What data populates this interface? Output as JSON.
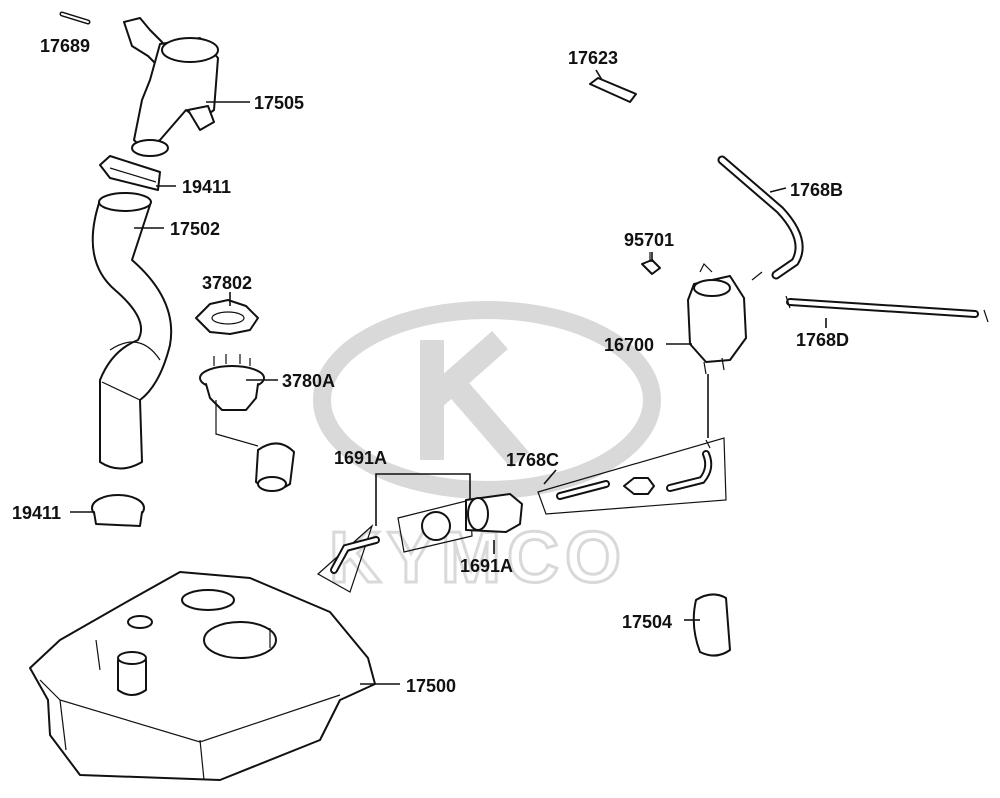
{
  "watermark": {
    "brand": "KYMCO"
  },
  "callouts": [
    {
      "id": "c17689",
      "label": "17689"
    },
    {
      "id": "c17505",
      "label": "17505"
    },
    {
      "id": "c19411a",
      "label": "19411"
    },
    {
      "id": "c17502",
      "label": "17502"
    },
    {
      "id": "c37802",
      "label": "37802"
    },
    {
      "id": "c3780a",
      "label": "3780A"
    },
    {
      "id": "c19411b",
      "label": "19411"
    },
    {
      "id": "c17623",
      "label": "17623"
    },
    {
      "id": "c1768b",
      "label": "1768B"
    },
    {
      "id": "c95701",
      "label": "95701"
    },
    {
      "id": "c16700",
      "label": "16700"
    },
    {
      "id": "c1768d",
      "label": "1768D"
    },
    {
      "id": "c1691a1",
      "label": "1691A"
    },
    {
      "id": "c1768c",
      "label": "1768C"
    },
    {
      "id": "c1691a2",
      "label": "1691A"
    },
    {
      "id": "c17504",
      "label": "17504"
    },
    {
      "id": "c17500",
      "label": "17500"
    }
  ]
}
